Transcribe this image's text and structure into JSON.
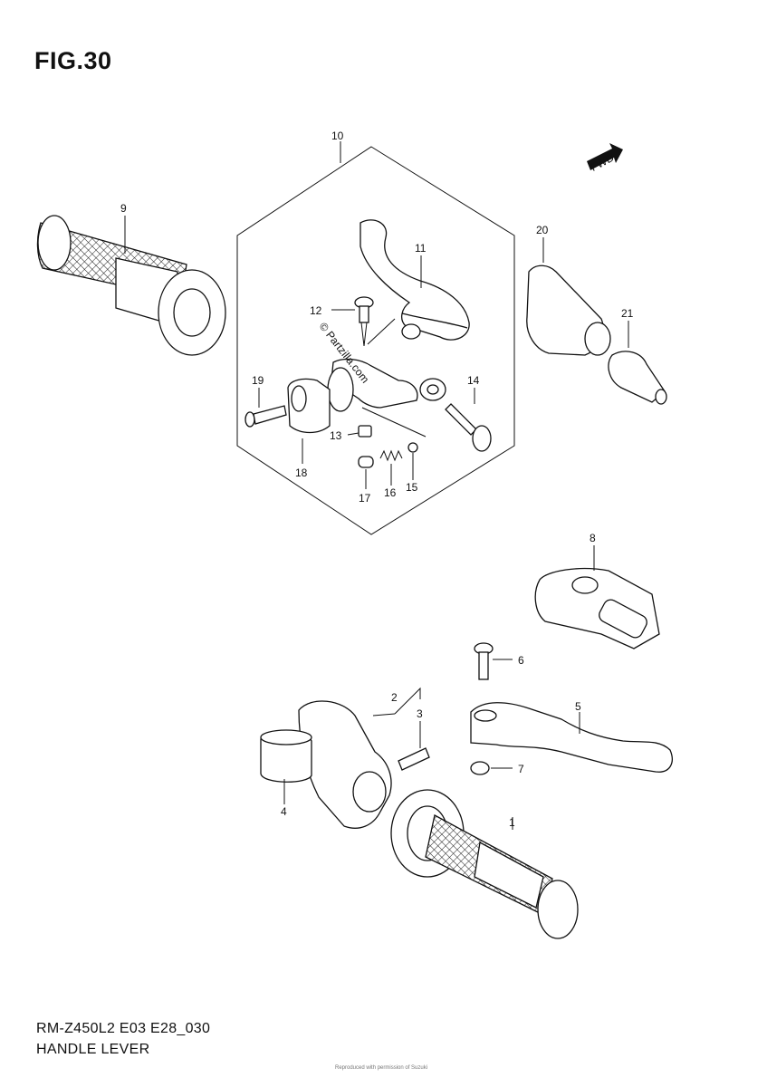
{
  "figure": {
    "title": "FIG.30"
  },
  "footer": {
    "model_code": "RM-Z450L2 E03 E28_030",
    "section_name": "HANDLE LEVER"
  },
  "fwd_arrow": {
    "label": "FWD"
  },
  "watermark": "© Partzilla.com",
  "tiny_note": "Reproduced with permission of Suzuki",
  "callouts": {
    "c1": "1",
    "c2": "2",
    "c3": "3",
    "c4": "4",
    "c5": "5",
    "c6": "6",
    "c7": "7",
    "c8": "8",
    "c9": "9",
    "c10": "10",
    "c11": "11",
    "c12": "12",
    "c13": "13",
    "c14": "14",
    "c15": "15",
    "c16": "16",
    "c17": "17",
    "c18": "18",
    "c19": "19",
    "c20": "20",
    "c21": "21"
  }
}
